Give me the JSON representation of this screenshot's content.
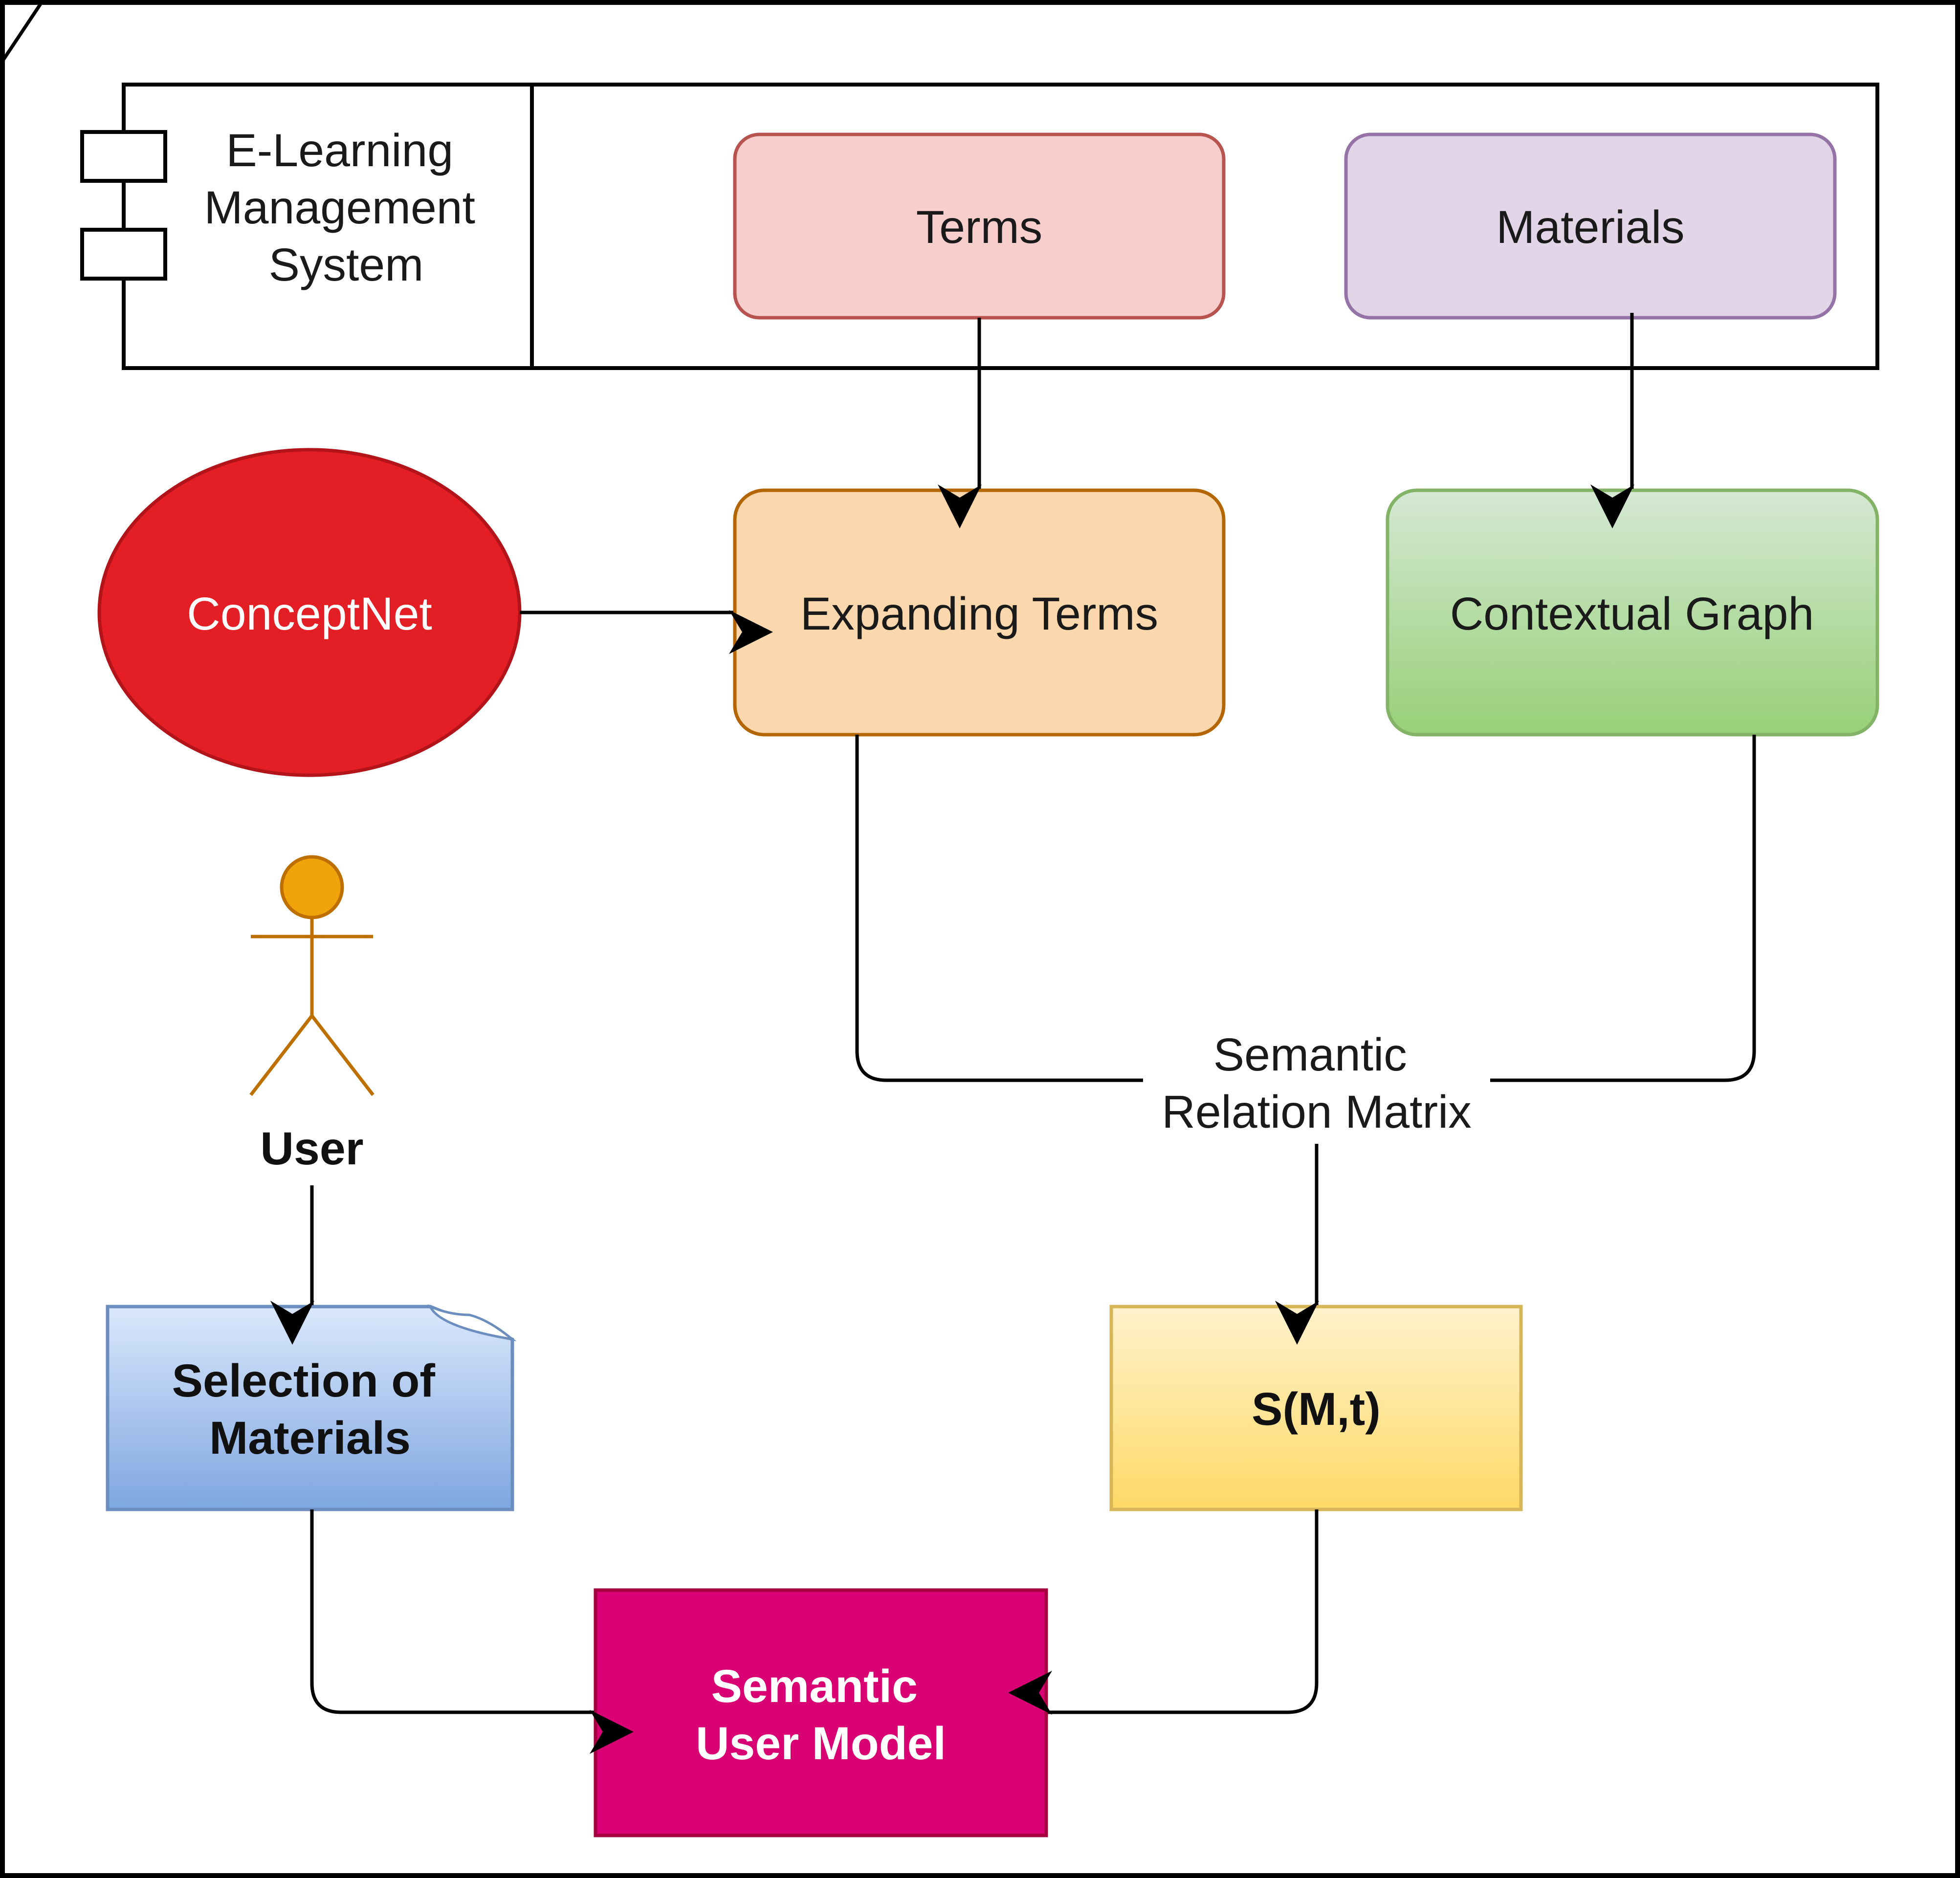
{
  "nodes": {
    "elms": {
      "label_lines": [
        "E-Learning",
        "Management",
        "System"
      ]
    },
    "terms": {
      "label": "Terms",
      "fill": "#f8cecc",
      "stroke": "#b85450"
    },
    "materials": {
      "label": "Materials",
      "fill": "#e1d5e7",
      "stroke": "#9673a6"
    },
    "conceptnet": {
      "label": "ConceptNet",
      "fill": "#e31e24",
      "stroke": "#b3141a"
    },
    "expanding_terms": {
      "label": "Expanding Terms",
      "fill": "#fad7ac",
      "stroke": "#b46504"
    },
    "contextual_graph": {
      "label": "Contextual Graph",
      "fill_top": "#d5e8d4",
      "fill_bottom": "#97d077",
      "stroke": "#82b366"
    },
    "semantic_relation_matrix": {
      "label_lines": [
        "Semantic",
        "Relation Matrix"
      ]
    },
    "user": {
      "label": "User",
      "color": "#f0a30a",
      "stroke": "#bd7000"
    },
    "selection_of_materials": {
      "label_lines": [
        "Selection of",
        "Materials"
      ],
      "fill_top": "#dae8fc",
      "fill_bottom": "#7ea6e0",
      "stroke": "#6c8ebf"
    },
    "smt": {
      "label": "S(M,t)",
      "fill_top": "#fff2cc",
      "fill_bottom": "#ffd966",
      "stroke": "#d6b656"
    },
    "semantic_user_model": {
      "label_lines": [
        "Semantic",
        "User Model"
      ],
      "fill": "#d80073",
      "stroke": "#a50040"
    }
  }
}
